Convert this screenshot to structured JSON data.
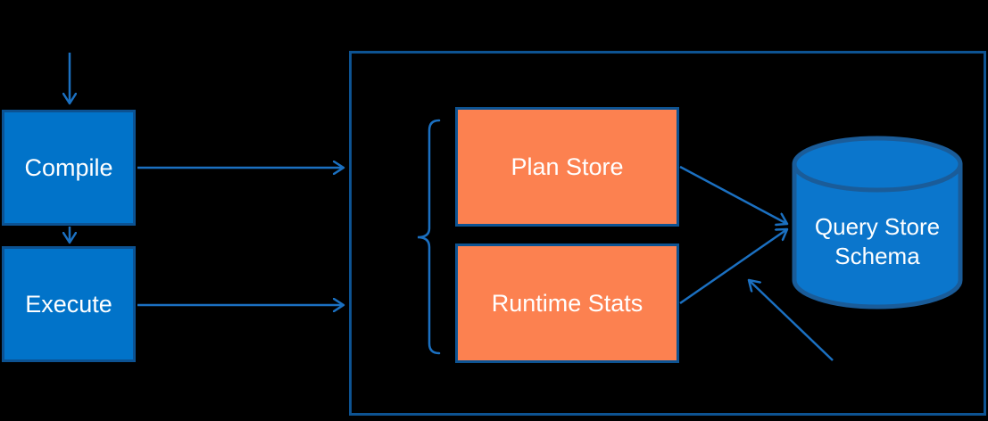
{
  "diagram": {
    "nodes": {
      "compile": {
        "label": "Compile"
      },
      "execute": {
        "label": "Execute"
      },
      "plan_store": {
        "label": "Plan Store"
      },
      "runtime_stats": {
        "label": "Runtime Stats"
      },
      "query_store_schema": {
        "line1": "Query Store",
        "line2": "Schema"
      }
    },
    "colors": {
      "background": "#000000",
      "process_fill": "#0173C9",
      "process_border": "#0C5292",
      "storage_fill": "#FC8150",
      "storage_border": "#0D5392",
      "container_border": "#0D5392",
      "cylinder_fill": "#0B76CC",
      "cylinder_border": "#1A5C99",
      "arrow": "#1B70C1",
      "text": "#FFFFFF"
    }
  }
}
